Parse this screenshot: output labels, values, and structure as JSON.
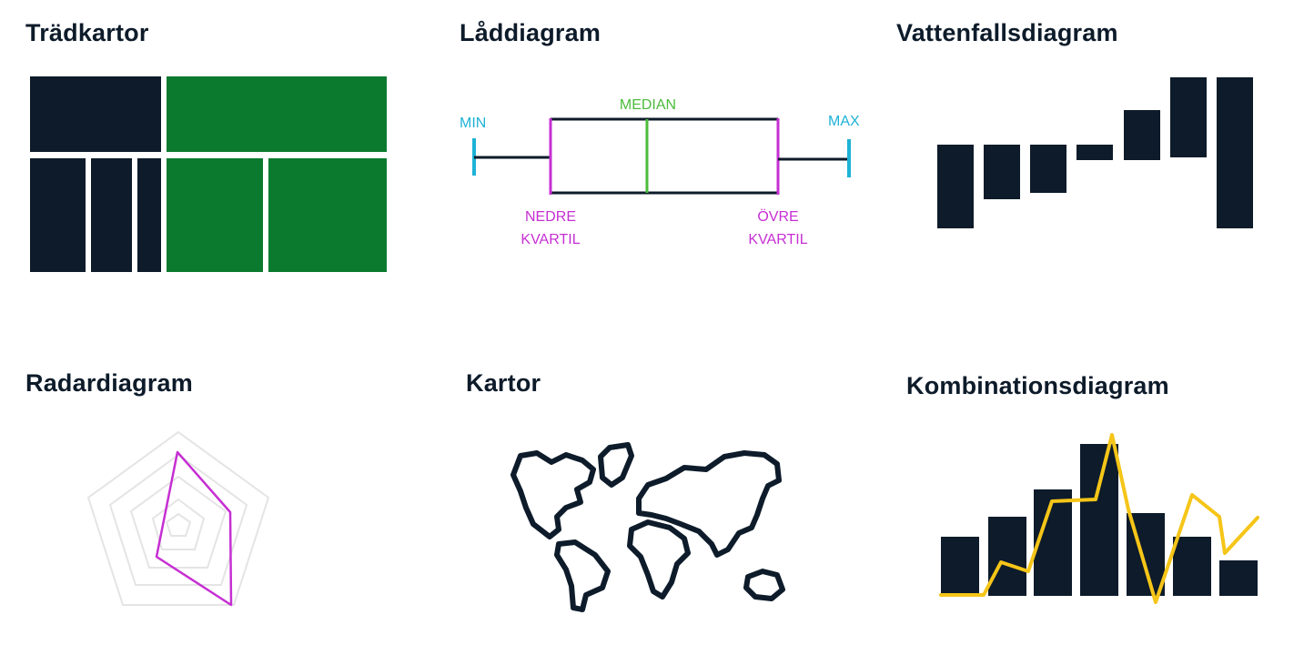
{
  "panels": {
    "treemap": {
      "title": "Trädkartor"
    },
    "boxplot": {
      "title": "Låddiagram",
      "labels": {
        "min": "MIN",
        "max": "MAX",
        "median": "MEDIAN",
        "lower_quartile": [
          "NEDRE",
          "KVARTIL"
        ],
        "upper_quartile": [
          "ÖVRE",
          "KVARTIL"
        ]
      }
    },
    "waterfall": {
      "title": "Vattenfallsdiagram"
    },
    "radar": {
      "title": "Radardiagram"
    },
    "maps": {
      "title": "Kartor"
    },
    "combo": {
      "title": "Kombinationsdiagram"
    }
  },
  "colors": {
    "navy": "#0d1b2a",
    "green": "#0b7a2e",
    "cyan": "#1fb2d6",
    "green_line": "#4cbb3c",
    "magenta": "#c62fd3",
    "yellow": "#f5c518",
    "grid": "#e4e4e4"
  }
}
